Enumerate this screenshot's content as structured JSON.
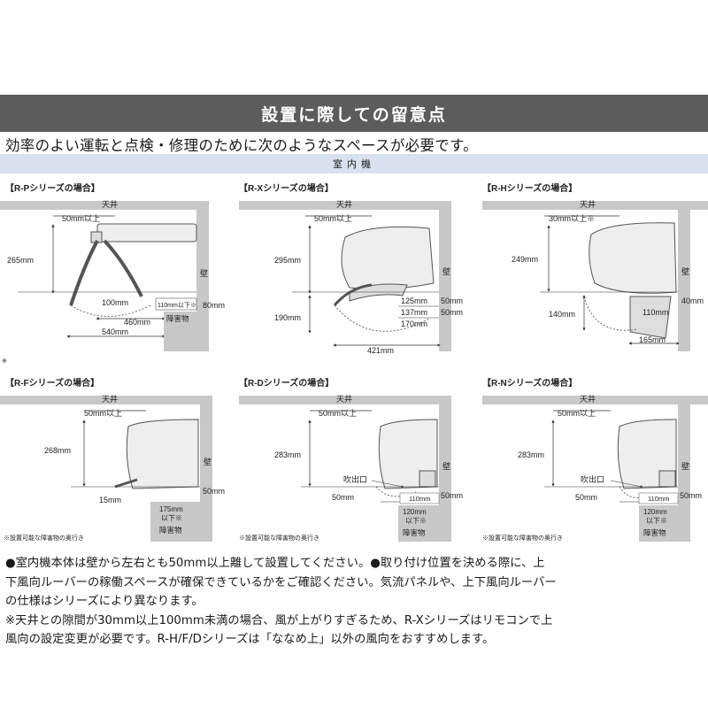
{
  "title": "設置に際しての留意点",
  "intro": "効率のよい運転と点検・修理のために次のようなスペースが必要です。",
  "section": "室内機",
  "diagrams": [
    {
      "heading": "【R-Pシリーズの場合】",
      "ceiling": "天井",
      "wall": "壁",
      "dims": [
        "50mm以上",
        "265mm",
        "100mm",
        "460mm",
        "540mm",
        "110mm以下※",
        "80mm"
      ],
      "obstacle": "障害物",
      "footnote": "※"
    },
    {
      "heading": "【R-Xシリーズの場合】",
      "ceiling": "天井",
      "wall": "壁",
      "dims": [
        "50mm以上",
        "295mm",
        "190mm",
        "125mm",
        "137mm",
        "170mm",
        "50mm",
        "50mm",
        "421mm"
      ]
    },
    {
      "heading": "【R-Hシリーズの場合】",
      "ceiling": "天井",
      "wall": "壁",
      "dims": [
        "30mm以上※",
        "249mm",
        "140mm",
        "110mm",
        "40mm",
        "165mm"
      ]
    },
    {
      "heading": "【R-Fシリーズの場合】",
      "ceiling": "天井",
      "wall": "壁",
      "dims": [
        "50mm以上",
        "268mm",
        "50mm",
        "15mm"
      ],
      "obstacle_dim": [
        "175mm",
        "以下※"
      ],
      "obstacle": "障害物",
      "footnote": "※設置可能な障害物の奥行き"
    },
    {
      "heading": "【R-Dシリーズの場合】",
      "ceiling": "天井",
      "wall": "壁",
      "dims": [
        "50mm以上",
        "283mm",
        "吹出口",
        "50mm",
        "110mm",
        "50mm"
      ],
      "obstacle_dim": [
        "120mm",
        "以下※"
      ],
      "obstacle": "障害物",
      "footnote": "※設置可能な障害物の奥行き"
    },
    {
      "heading": "【R-Nシリーズの場合】",
      "ceiling": "天井",
      "wall": "壁",
      "dims": [
        "50mm以上",
        "283mm",
        "吹出口",
        "50mm",
        "110mm",
        "50mm"
      ],
      "obstacle_dim": [
        "120mm",
        "以下※"
      ],
      "obstacle": "障害物",
      "footnote": "※設置可能な障害物の奥行き"
    }
  ],
  "notes": [
    "●室内機本体は壁から左右とも50mm以上離して設置してください。●取り付け位置を決める際に、上",
    "下風向ルーバーの稼働スペースが確保できているかをご確認ください。気流パネルや、上下風向ルーバー",
    "の仕様はシリーズにより異なります。",
    "※天井との隙間が30mm以上100mm未満の場合、風が上がりすぎるため、R-Xシリーズはリモコンで上",
    "風向の設定変更が必要です。R-H/F/Dシリーズは「ななめ上」以外の風向をおすすめします。"
  ]
}
